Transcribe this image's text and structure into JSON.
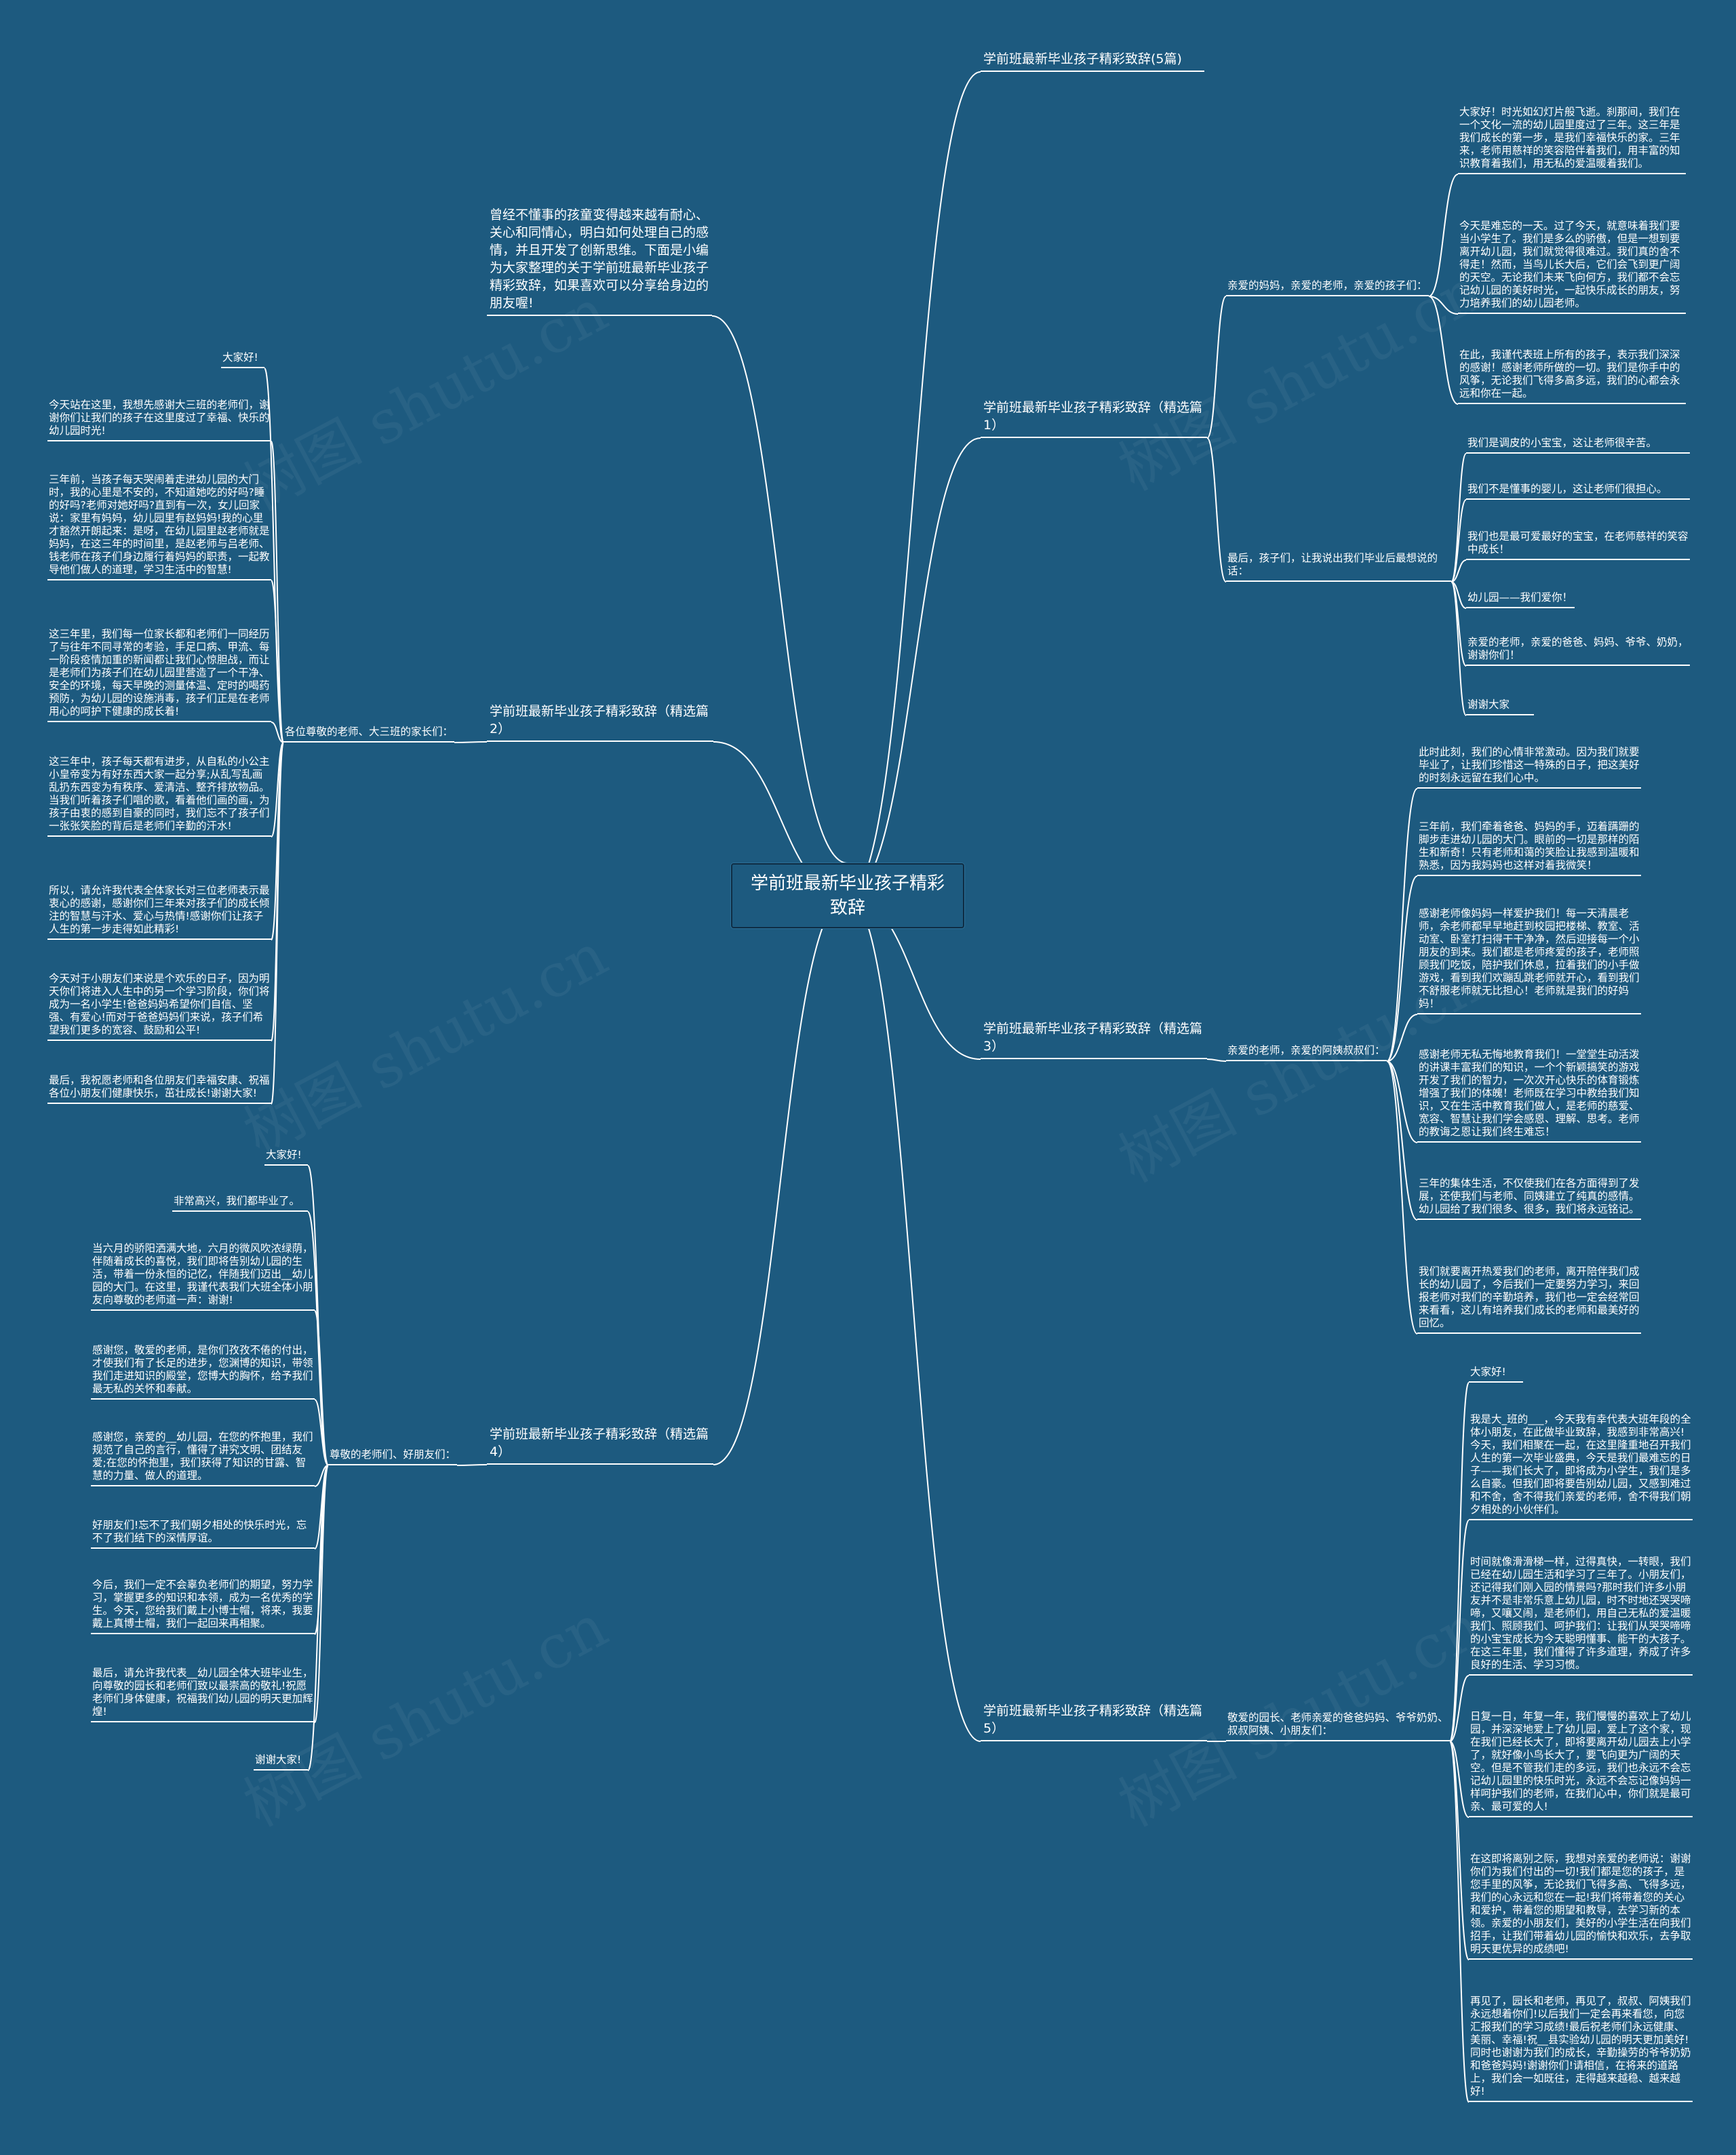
{
  "root": {
    "label": "学前班最新毕业孩子精彩致辞"
  },
  "intro": "曾经不懂事的孩童变得越来越有耐心、关心和同情心，明白如何处理自己的感情，并且开发了创新思维。下面是小编为大家整理的关于学前班最新毕业孩子精彩致辞，如果喜欢可以分享给身边的朋友喔!",
  "watermark": "树图 shutu.cn",
  "branches": [
    {
      "title": "学前班最新毕业孩子精彩致辞(5篇)",
      "groups": []
    },
    {
      "title": "学前班最新毕业孩子精彩致辞（精选篇1）",
      "groups": [
        {
          "label": "亲爱的妈妈，亲爱的老师，亲爱的孩子们：",
          "items": [
            "大家好！时光如幻灯片般飞逝。刹那间，我们在一个文化一流的幼儿园里度过了三年。这三年是我们成长的第一步，是我们幸福快乐的家。三年来，老师用慈祥的笑容陪伴着我们，用丰富的知识教育着我们，用无私的爱温暖着我们。",
            "今天是难忘的一天。过了今天，就意味着我们要当小学生了。我们是多么的骄傲，但是一想到要离开幼儿园，我们就觉得很难过。我们真的舍不得走！然而，当鸟儿长大后，它们会飞到更广阔的天空。无论我们未来飞向何方，我们都不会忘记幼儿园的美好时光，一起快乐成长的朋友，努力培养我们的幼儿园老师。",
            "在此，我谨代表班上所有的孩子，表示我们深深的感谢！感谢老师所做的一切。我们是你手中的风筝，无论我们飞得多高多远，我们的心都会永远和你在一起。"
          ]
        },
        {
          "label": "最后，孩子们，让我说出我们毕业后最想说的话：",
          "items": [
            "我们是调皮的小宝宝，这让老师很辛苦。",
            "我们不是懂事的婴儿，这让老师们很担心。",
            "我们也是最可爱最好的宝宝，在老师慈祥的笑容中成长！",
            "幼儿园——我们爱你！",
            "亲爱的老师，亲爱的爸爸、妈妈、爷爷、奶奶，谢谢你们！",
            "谢谢大家"
          ]
        }
      ]
    },
    {
      "title": "学前班最新毕业孩子精彩致辞（精选篇2）",
      "groups": [
        {
          "label": "各位尊敬的老师、大三班的家长们：",
          "items": [
            "大家好!",
            "今天站在这里，我想先感谢大三班的老师们，谢谢你们让我们的孩子在这里度过了幸福、快乐的幼儿园时光!",
            "三年前，当孩子每天哭闹着走进幼儿园的大门时，我的心里是不安的，不知道她吃的好吗?睡的好吗?老师对她好吗?直到有一次，女儿回家说：家里有妈妈，幼儿园里有赵妈妈!我的心里才豁然开朗起来：是呀，在幼儿园里赵老师就是妈妈，在这三年的时间里，是赵老师与吕老师、钱老师在孩子们身边履行着妈妈的职责，一起教导他们做人的道理，学习生活中的智慧!",
            "这三年里，我们每一位家长都和老师们一同经历了与往年不同寻常的考验，手足口病、甲流、每一阶段疫情加重的新闻都让我们心惊胆战，而让是老师们为孩子们在幼儿园里营造了一个干净、安全的环境，每天早晚的测量体温、定时的喝药预防，为幼儿园的设施消毒，孩子们正是在老师用心的呵护下健康的成长着!",
            "这三年中，孩子每天都有进步，从自私的小公主小皇帝变为有好东西大家一起分享;从乱写乱画乱扔东西变为有秩序、爱清洁、整齐排放物品。当我们听着孩子们唱的歌，看着他们画的画，为孩子由衷的感到自豪的同时，我们忘不了孩子们一张张笑脸的背后是老师们辛勤的汗水!",
            "所以，请允许我代表全体家长对三位老师表示最衷心的感谢，感谢你们三年来对孩子们的成长倾注的智慧与汗水、爱心与热情!感谢你们让孩子人生的第一步走得如此精彩!",
            "今天对于小朋友们来说是个欢乐的日子，因为明天你们将进入人生中的另一个学习阶段，你们将成为一名小学生!爸爸妈妈希望你们自信、坚强、有爱心!而对于爸爸妈妈们来说，孩子们希望我们更多的宽容、鼓励和公平!",
            "最后，我祝愿老师和各位朋友们幸福安康、祝福各位小朋友们健康快乐，茁壮成长!谢谢大家!"
          ]
        }
      ]
    },
    {
      "title": "学前班最新毕业孩子精彩致辞（精选篇3）",
      "groups": [
        {
          "label": "亲爱的老师，亲爱的阿姨叔叔们：",
          "items": [
            "此时此刻，我们的心情非常激动。因为我们就要毕业了，让我们珍惜这一特殊的日子，把这美好的时刻永远留在我们心中。",
            "三年前，我们牵着爸爸、妈妈的手，迈着蹒跚的脚步走进幼儿园的大门。眼前的一切是那样的陌生和新奇！只有老师和蔼的笑脸让我感到温暖和熟悉，因为我妈妈也这样对着我微笑！",
            "感谢老师像妈妈一样爱护我们！每一天清晨老师，余老师都早早地赶到校园把楼梯、教室、活动室、卧室打扫得干干净净，然后迎接每一个小朋友的到来。我们都是老师疼爱的孩子，老师照顾我们吃饭，陪护我们休息，拉着我们的小手做游戏，看到我们欢蹦乱跳老师就开心，看到我们不舒服老师就无比担心！老师就是我们的好妈妈！",
            "感谢老师无私无悔地教育我们！一堂堂生动活泼的讲课丰富我们的知识，一个个新颖搞笑的游戏开发了我们的智力，一次次开心快乐的体育锻炼增强了我们的体魄！老师既在学习中教给我们知识，又在生活中教育我们做人，是老师的慈爱、宽容、智慧让我们学会感恩、理解、思考。老师的教诲之恩让我们终生难忘！",
            "三年的集体生活，不仅使我们在各方面得到了发展，还使我们与老师、同姨建立了纯真的感情。幼儿园给了我们很多、很多，我们将永远铭记。",
            "我们就要离开热爱我们的老师，离开陪伴我们成长的幼儿园了，今后我们一定要努力学习，来回报老师对我们的辛勤培养，我们也一定会经常回来看看，这儿有培养我们成长的老师和最美好的回忆。"
          ]
        }
      ]
    },
    {
      "title": "学前班最新毕业孩子精彩致辞（精选篇4）",
      "groups": [
        {
          "label": "尊敬的老师们、好朋友们：",
          "items": [
            "大家好!",
            "非常高兴，我们都毕业了。",
            "当六月的骄阳洒满大地，六月的微风吹浓绿荫，伴随着成长的喜悦，我们即将告别幼儿园的生活，带着一份永恒的记忆，伴随我们迈出__幼儿园的大门。在这里，我谨代表我们大班全体小朋友向尊敬的老师道一声：谢谢!",
            "感谢您，敬爱的老师，是你们孜孜不倦的付出，才使我们有了长足的进步，您渊博的知识，带领我们走进知识的殿堂，您博大的胸怀，给予我们最无私的关怀和奉献。",
            "感谢您，亲爱的__幼儿园，在您的怀抱里，我们规范了自己的言行，懂得了讲究文明、团结友爱;在您的怀抱里，我们获得了知识的甘露、智慧的力量、做人的道理。",
            "好朋友们!忘不了我们朝夕相处的快乐时光，忘不了我们结下的深情厚谊。",
            "今后，我们一定不会辜负老师们的期望，努力学习，掌握更多的知识和本领，成为一名优秀的学生。今天，您给我们戴上小博士帽，将来，我要戴上真博士帽，我们一起回来再相聚。",
            "最后，请允许我代表__幼儿园全体大班毕业生，向尊敬的园长和老师们致以最崇高的敬礼!祝愿老师们身体健康，祝福我们幼儿园的明天更加辉煌!",
            "谢谢大家!"
          ]
        }
      ]
    },
    {
      "title": "学前班最新毕业孩子精彩致辞（精选篇5）",
      "groups": [
        {
          "label": "敬爱的园长、老师亲爱的爸爸妈妈、爷爷奶奶、叔叔阿姨、小朋友们：",
          "items": [
            "大家好!",
            "我是大_班的___，今天我有幸代表大班年段的全体小朋友，在此做毕业致辞，我感到非常高兴!今天，我们相聚在一起，在这里隆重地召开我们人生的第一次毕业盛典，今天是我们最难忘的日子——我们长大了，即将成为小学生，我们是多么自豪。但我们即将要告别幼儿园，又感到难过和不舍，舍不得我们亲爱的老师，舍不得我们朝夕相处的小伙伴们。",
            "时间就像滑滑梯一样，过得真快，一转眼，我们已经在幼儿园生活和学习了三年了。小朋友们，还记得我们刚入园的情景吗?那时我们许多小朋友并不是非常乐意上幼儿园，时不时地还哭哭啼啼，又嚷又闹，是老师们，用自己无私的爱温暖我们、照顾我们、呵护我们：让我们从哭哭啼啼的小宝宝成长为今天聪明懂事、能干的大孩子。在这三年里，我们懂得了许多道理，养成了许多良好的生活、学习习惯。",
            "日复一日，年复一年，我们慢慢的喜欢上了幼儿园，并深深地爱上了幼儿园，爱上了这个家，现在我们已经长大了，即将要离开幼儿园去上小学了，就好像小鸟长大了，要飞向更为广阔的天空。但是不管我们走的多远，我们也永远不会忘记幼儿园里的快乐时光，永远不会忘记像妈妈一样呵护我们的老师，在我们心中，你们就是最可亲、最可爱的人!",
            "在这即将离别之际，我想对亲爱的老师说：谢谢你们为我们付出的一切!我们都是您的孩子，是您手里的风筝，无论我们飞得多高、飞得多远，我们的心永远和您在一起!我们将带着您的关心和爱护，带着您的期望和教导，去学习新的本领。亲爱的小朋友们，美好的小学生活在向我们招手，让我们带着幼儿园的愉快和欢乐，去争取明天更优异的成绩吧!",
            "再见了，园长和老师，再见了，叔叔、阿姨我们永远想着你们!以后我们一定会再来看您，向您汇报我们的学习成绩!最后祝老师们永远健康、美丽、幸福!祝__县实验幼儿园的明天更加美好!同时也谢谢为我们的成长，辛勤操劳的爷爷奶奶和爸爸妈妈!谢谢你们!请相信，在将来的道路上，我们会一如既往，走得越来越稳、越来越好!"
          ]
        }
      ]
    }
  ]
}
